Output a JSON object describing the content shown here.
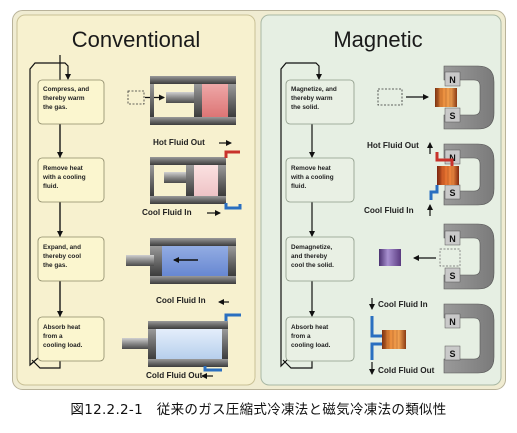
{
  "panels": {
    "conventional": {
      "title": "Conventional",
      "steps": [
        [
          "Compress, and",
          "thereby warm",
          "the gas."
        ],
        [
          "Remove heat",
          "with a cooling",
          "fluid."
        ],
        [
          "Expand, and",
          "thereby cool",
          "the gas."
        ],
        [
          "Absorb heat",
          "from a",
          "cooling load."
        ]
      ],
      "flows": {
        "hot_out": "Hot Fluid Out",
        "cool_in": "Cool Fluid In",
        "cool_in_2": "Cool Fluid In",
        "cold_out": "Cold Fluid Out"
      }
    },
    "magnetic": {
      "title": "Magnetic",
      "steps": [
        [
          "Magnetize, and",
          "thereby warm",
          "the solid."
        ],
        [
          "Remove heat",
          "with a cooling",
          "fluid."
        ],
        [
          "Demagnetize,",
          "and thereby",
          "cool the solid."
        ],
        [
          "Absorb heat",
          "from a",
          "cooling load."
        ]
      ],
      "flows": {
        "hot_out": "Hot Fluid Out",
        "cool_in": "Cool Fluid In",
        "cool_in_2": "Cool Fluid In",
        "cold_out": "Cold Fluid Out"
      },
      "pole_n": "N",
      "pole_s": "S"
    }
  },
  "caption": "図12.2.2-1　従来のガス圧縮式冷凍法と磁気冷凍法の類似性",
  "colors": {
    "conventional_bg": "#f7f1cf",
    "magnetic_bg": "#e6efe3",
    "step_box": "#fbf6cf",
    "hot": "#c8322b",
    "cool": "#2a6fc0",
    "magnet": "#8c8c8c"
  }
}
